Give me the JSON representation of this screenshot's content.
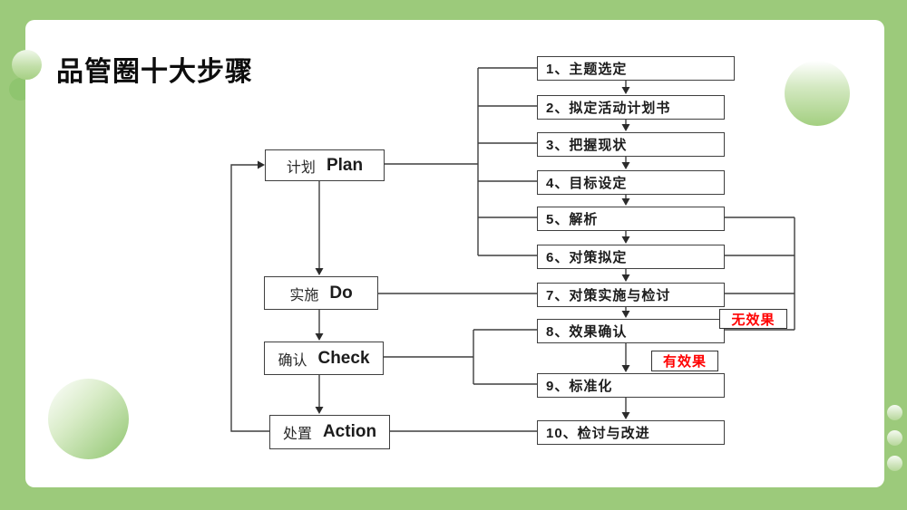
{
  "slide": {
    "title": "品管圈十大步骤",
    "background_color": "#9cca7b",
    "panel_color": "#ffffff",
    "line_color": "#3f3f3f",
    "flag_text_color": "#ff0000"
  },
  "pdca": [
    {
      "zh": "计划",
      "en": "Plan"
    },
    {
      "zh": "实施",
      "en": "Do"
    },
    {
      "zh": "确认",
      "en": "Check"
    },
    {
      "zh": "处置",
      "en": "Action"
    }
  ],
  "steps": [
    {
      "label": "1、主题选定"
    },
    {
      "label": "2、拟定活动计划书"
    },
    {
      "label": "3、把握现状"
    },
    {
      "label": "4、目标设定"
    },
    {
      "label": "5、解析"
    },
    {
      "label": "6、对策拟定"
    },
    {
      "label": "7、对策实施与检讨"
    },
    {
      "label": "8、效果确认"
    },
    {
      "label": "9、标准化"
    },
    {
      "label": "10、检讨与改进"
    }
  ],
  "flags": {
    "no_effect": "无效果",
    "effect": "有效果"
  }
}
